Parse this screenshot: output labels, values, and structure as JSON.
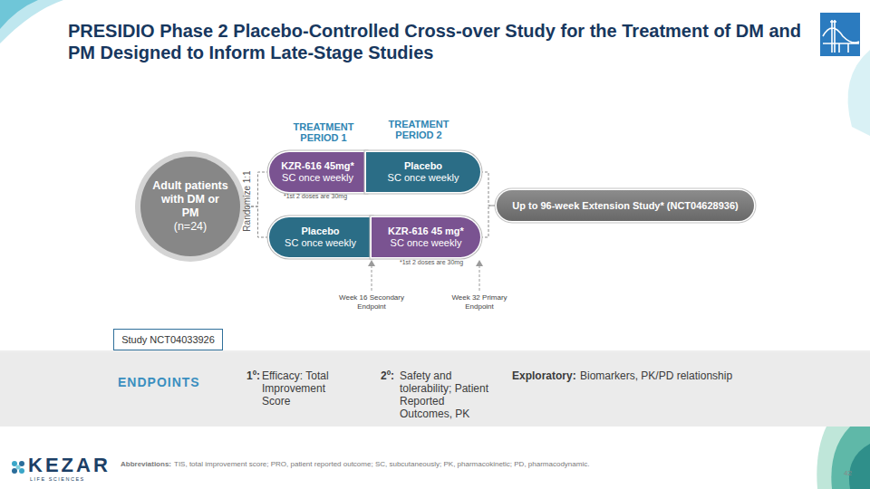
{
  "diagram": {
    "title": "PRESIDIO Phase 2 Placebo-Controlled Cross-over Study for the Treatment of DM and PM Designed to Inform Late-Stage Studies",
    "nodes": [
      {
        "text": [
          "Adult patients with DM or PM",
          "(n=24)"
        ]
      },
      {
        "text": [
          "KZR-616 45mg*",
          "SC once weekly"
        ]
      },
      {
        "text": [
          "Placebo",
          "SC once weekly"
        ]
      },
      {
        "text": [
          "Placebo",
          "SC once weekly"
        ]
      },
      {
        "text": [
          "KZR-616 45 mg*",
          "SC once weekly"
        ]
      },
      {
        "text": [
          "Up to 96-week Extension Study* (NCT04628936)"
        ]
      },
      {
        "text": [
          "Study NCT04033926"
        ]
      },
      {
        "text": [
          "ENDPOINTS",
          "1º:",
          "Efficacy: Total Improvement Score",
          "2º:",
          "Safety and tolerability; Patient Reported Outcomes, PK",
          "Exploratory:",
          "Biomarkers, PK/PD relationship"
        ]
      }
    ],
    "edges": [
      {
        "from": 0,
        "to": 1,
        "arrow": "none"
      },
      {
        "from": 0,
        "to": 3,
        "arrow": "none"
      },
      {
        "from": 2,
        "to": 5,
        "arrow": "none"
      },
      {
        "from": 4,
        "to": 5,
        "arrow": "none"
      }
    ],
    "labels": [
      "TREATMENT PERIOD 1",
      "TREATMENT PERIOD 2",
      "Randomize 1:1",
      "*1st 2 doses are 30mg",
      "*1st 2 doses are 30mg",
      "Week 16 Secondary Endpoint",
      "Week 32 Primary Endpoint",
      "Abbreviations:",
      "TIS, total improvement score; PRO, patient reported outcome; SC, subcutaneously;  PK, pharmacokinetic; PD, pharmacodynamic.",
      "KEZAR",
      "LIFE SCIENCES",
      "42"
    ]
  }
}
